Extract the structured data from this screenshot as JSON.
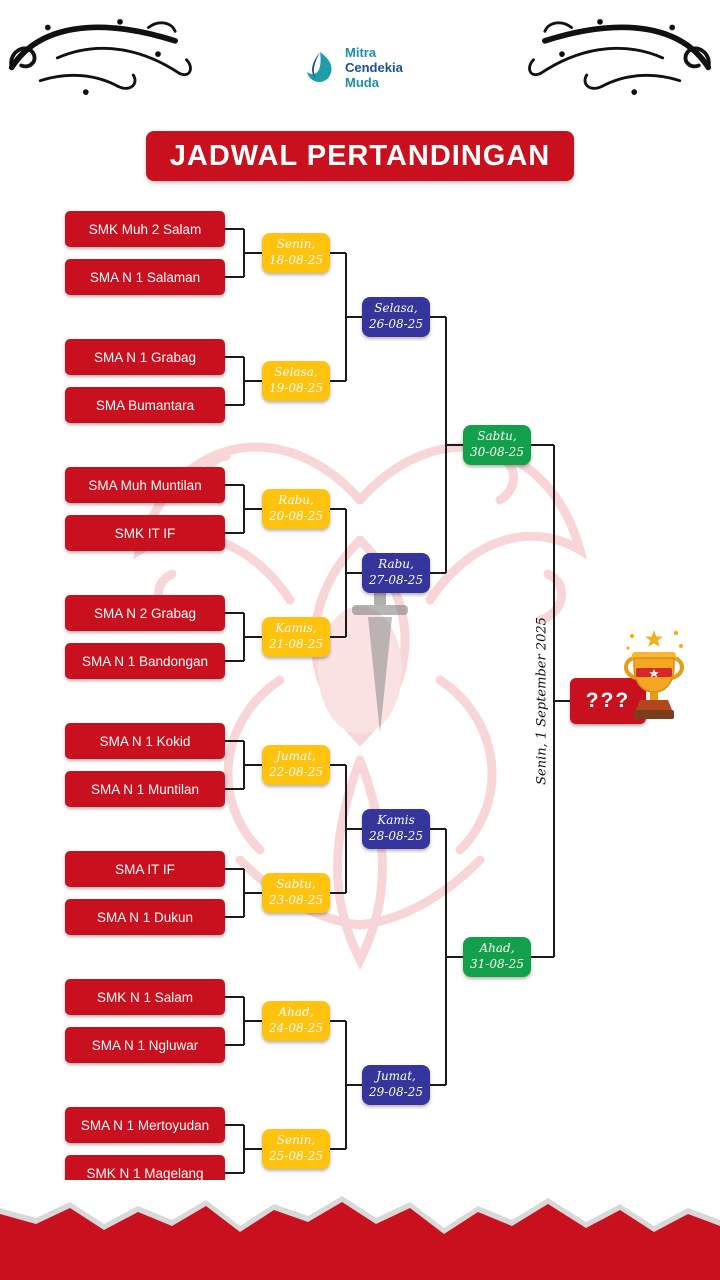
{
  "header": {
    "logo": {
      "line1": "Mitra",
      "line2": "Cendekia",
      "line3": "Muda"
    },
    "title": "JADWAL PERTANDINGAN"
  },
  "bracket": {
    "round1": [
      {
        "team_a": "SMK Muh 2 Salam",
        "team_b": "SMA N 1 Salaman",
        "day": "Senin,",
        "date": "18-08-25"
      },
      {
        "team_a": "SMA N 1 Grabag",
        "team_b": "SMA Bumantara",
        "day": "Selasa,",
        "date": "19-08-25"
      },
      {
        "team_a": "SMA Muh Muntilan",
        "team_b": "SMK IT IF",
        "day": "Rabu,",
        "date": "20-08-25"
      },
      {
        "team_a": "SMA N 2 Grabag",
        "team_b": "SMA N 1 Bandongan",
        "day": "Kamis,",
        "date": "21-08-25"
      },
      {
        "team_a": "SMA N 1 Kokid",
        "team_b": "SMA N 1 Muntilan",
        "day": "Jumat,",
        "date": "22-08-25"
      },
      {
        "team_a": "SMA IT IF",
        "team_b": "SMA N 1 Dukun",
        "day": "Sabtu,",
        "date": "23-08-25"
      },
      {
        "team_a": "SMK N 1 Salam",
        "team_b": "SMA N 1 Ngluwar",
        "day": "Ahad,",
        "date": "24-08-25"
      },
      {
        "team_a": "SMA N 1 Mertoyudan",
        "team_b": "SMK N 1 Magelang",
        "day": "Senin,",
        "date": "25-08-25"
      }
    ],
    "round2": [
      {
        "day": "Selasa,",
        "date": "26-08-25"
      },
      {
        "day": "Rabu,",
        "date": "27-08-25"
      },
      {
        "day": "Kamis",
        "date": "28-08-25"
      },
      {
        "day": "Jumat,",
        "date": "29-08-25"
      }
    ],
    "round3": [
      {
        "day": "Sabtu,",
        "date": "30-08-25"
      },
      {
        "day": "Ahad,",
        "date": "31-08-25"
      }
    ],
    "final": {
      "date_label": "Senin, 1 September 2025",
      "winner_placeholder": "???",
      "trophy_icon": "trophy-icon"
    }
  },
  "colors": {
    "red": "#C8101E",
    "yellow": "#FFC20D",
    "blue": "#35359B",
    "green": "#12A04B"
  }
}
